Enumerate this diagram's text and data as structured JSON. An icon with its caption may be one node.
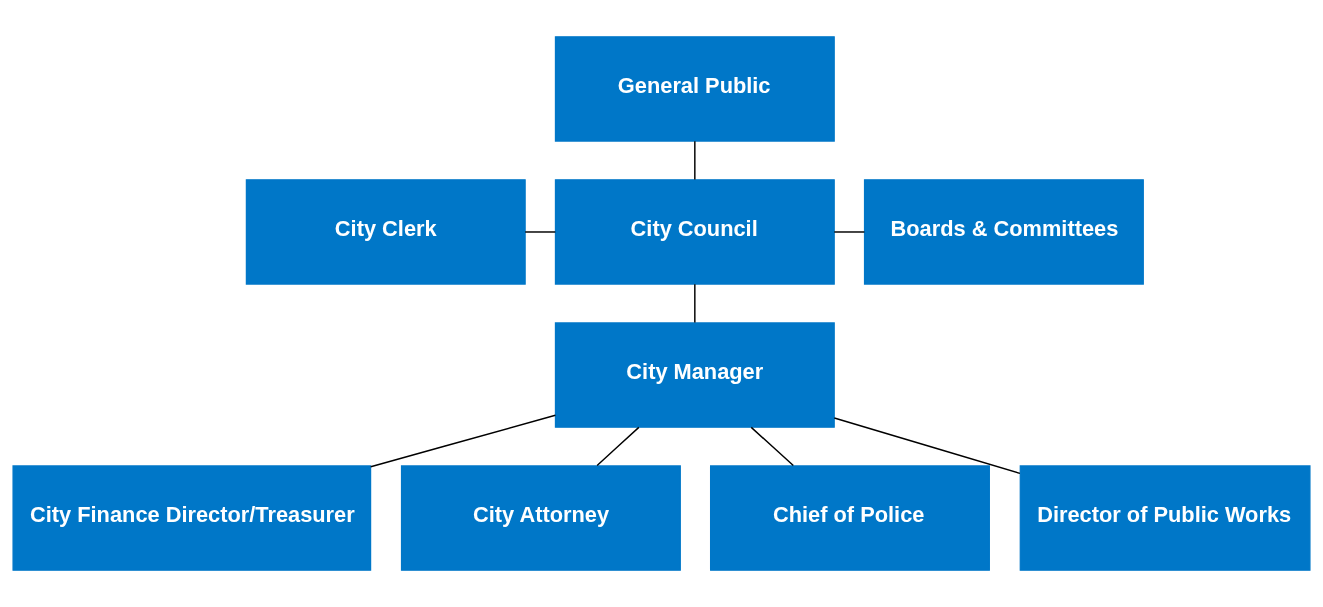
{
  "diagram": {
    "nodes": [
      {
        "text": [
          "General Public"
        ]
      },
      {
        "text": [
          "City Clerk"
        ]
      },
      {
        "text": [
          "City Council"
        ]
      },
      {
        "text": [
          "Boards & Committees"
        ]
      },
      {
        "text": [
          "City Manager"
        ]
      },
      {
        "text": [
          "City Finance Director/Treasurer"
        ]
      },
      {
        "text": [
          "City Attorney"
        ]
      },
      {
        "text": [
          "Chief of Police"
        ]
      },
      {
        "text": [
          "Director of Public Works"
        ]
      }
    ],
    "edges": [
      {
        "from": 0,
        "to": 2,
        "arrow": "none"
      },
      {
        "from": 1,
        "to": 2,
        "arrow": "none"
      },
      {
        "from": 2,
        "to": 3,
        "arrow": "none"
      },
      {
        "from": 2,
        "to": 4,
        "arrow": "none"
      },
      {
        "from": 4,
        "to": 5,
        "arrow": "none"
      },
      {
        "from": 4,
        "to": 6,
        "arrow": "none"
      },
      {
        "from": 4,
        "to": 7,
        "arrow": "none"
      },
      {
        "from": 4,
        "to": 8,
        "arrow": "none"
      }
    ]
  }
}
